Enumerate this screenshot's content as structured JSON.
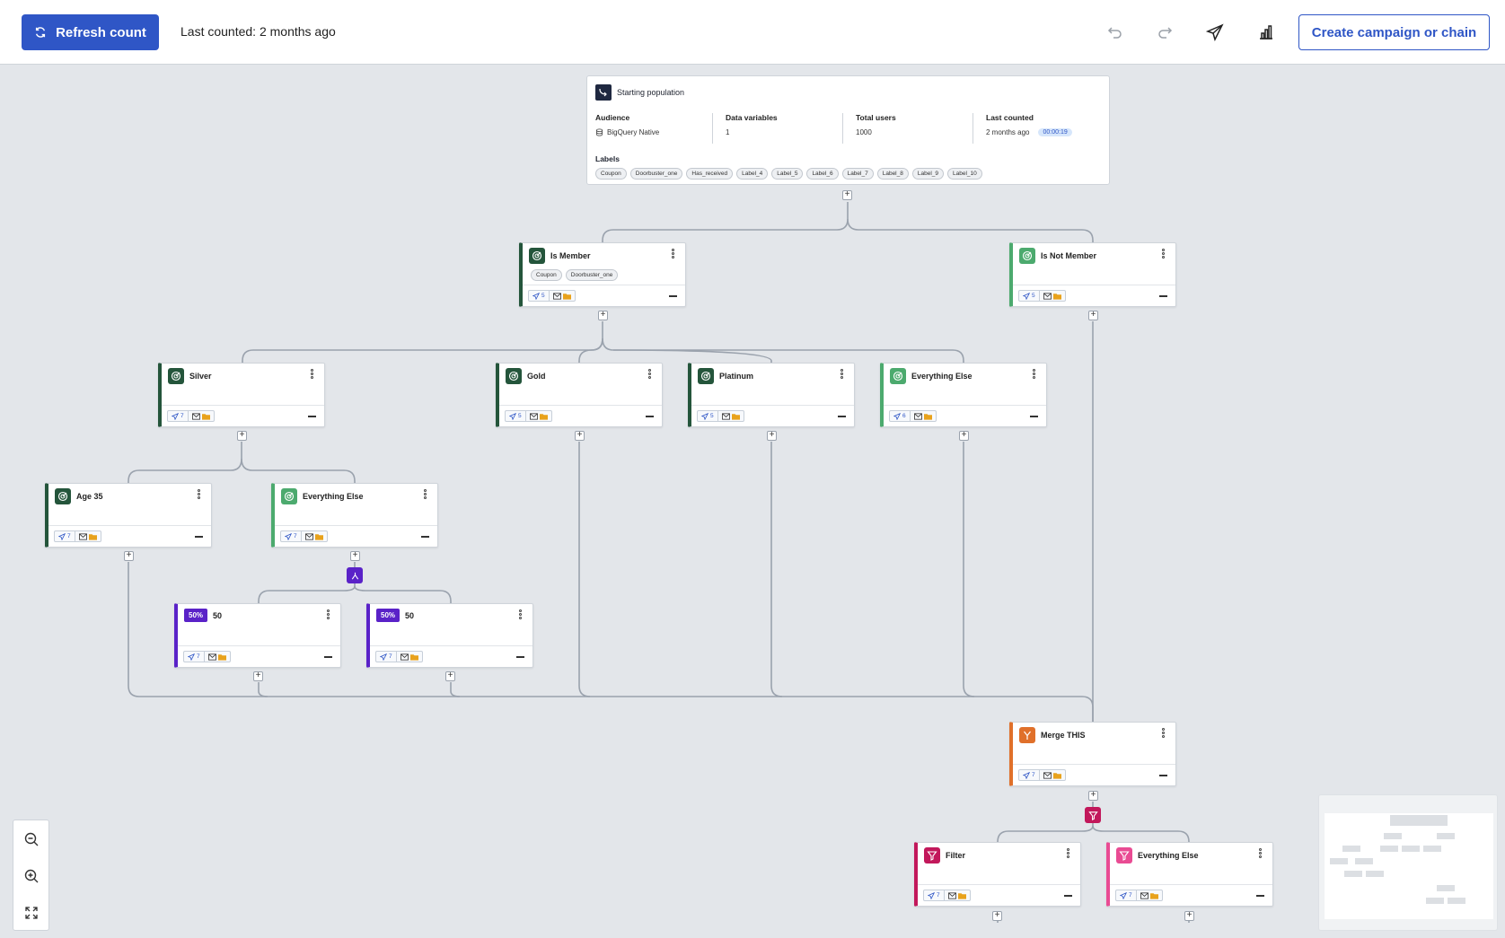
{
  "toolbar": {
    "refresh_label": "Refresh count",
    "last_counted": "Last counted: 2 months ago",
    "create_label": "Create campaign or chain",
    "icons": [
      "undo-icon",
      "redo-icon",
      "send-icon",
      "bar-chart-icon"
    ]
  },
  "start": {
    "title": "Starting population",
    "audience_label": "Audience",
    "audience_value": "BigQuery Native",
    "datavars_label": "Data variables",
    "datavars_value": "1",
    "total_label": "Total users",
    "total_value": "1000",
    "lastcounted_label": "Last counted",
    "lastcounted_value": "2 months ago",
    "timer": "00:00:19",
    "labels_title": "Labels",
    "labels": [
      "Coupon",
      "Doorbuster_one",
      "Has_received",
      "Label_4",
      "Label_5",
      "Label_6",
      "Label_7",
      "Label_8",
      "Label_9",
      "Label_10"
    ]
  },
  "nodes": {
    "is_member": {
      "title": "Is Member",
      "tags": [
        "Coupon",
        "Doorbuster_one"
      ],
      "count": "5"
    },
    "is_not_member": {
      "title": "Is Not Member",
      "count": "5"
    },
    "silver": {
      "title": "Silver",
      "count": "7"
    },
    "gold": {
      "title": "Gold",
      "count": "5"
    },
    "platinum": {
      "title": "Platinum",
      "count": "5"
    },
    "everything_else_1": {
      "title": "Everything Else",
      "count": "6"
    },
    "age35": {
      "title": "Age 35",
      "count": "7"
    },
    "everything_else_2": {
      "title": "Everything Else",
      "count": "7"
    },
    "split_a": {
      "pct": "50%",
      "title": "50",
      "count": "7"
    },
    "split_b": {
      "pct": "50%",
      "title": "50",
      "count": "7"
    },
    "merge": {
      "title": "Merge THIS",
      "count": "7"
    },
    "filter": {
      "title": "Filter",
      "count": "7"
    },
    "everything_else_3": {
      "title": "Everything Else",
      "count": "7"
    }
  },
  "colors": {
    "primary": "#2f56c6",
    "audience_dark": "#24553b",
    "audience_light": "#4caa6e",
    "split": "#5a22c8",
    "merge": "#e0702a",
    "filter_dark": "#c2185b",
    "filter_light": "#e94b93"
  }
}
